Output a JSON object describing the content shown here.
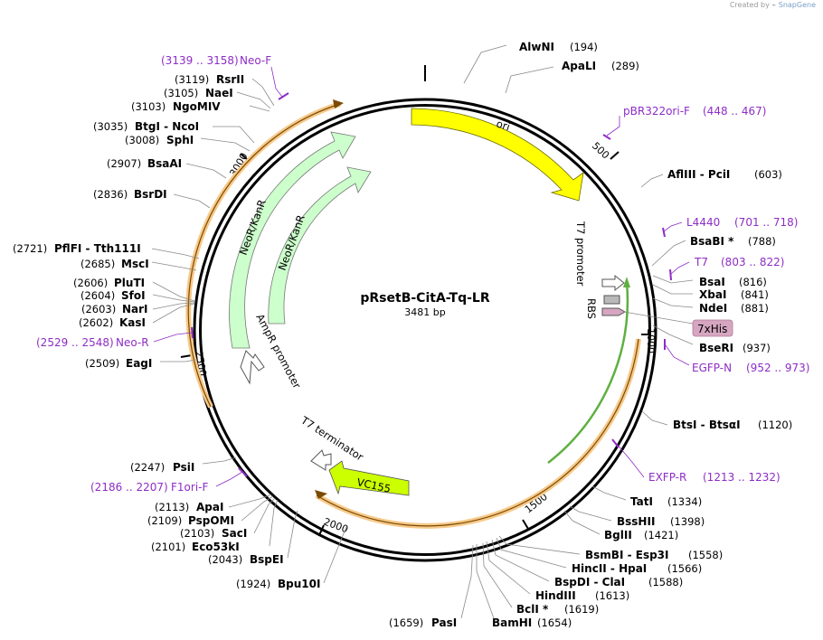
{
  "watermark": {
    "prefix": "Created by",
    "brand": "SnapGene"
  },
  "plasmid": {
    "name": "pRsetB-CitA-Tq-LR",
    "length_label": "3481 bp",
    "total_bp": 3481
  },
  "ticks": [
    "500",
    "1000",
    "1500",
    "2000",
    "2500",
    "3000"
  ],
  "enzymes": [
    {
      "name": "AlwNI",
      "pos": "(194)",
      "side": "right"
    },
    {
      "name": "ApaLI",
      "pos": "(289)",
      "side": "right"
    },
    {
      "name": "AflIII  - PciI",
      "pos": "(603)",
      "side": "right"
    },
    {
      "name": "BsaBI *",
      "pos": "(788)",
      "side": "right"
    },
    {
      "name": "BsaI",
      "pos": "(816)",
      "side": "right"
    },
    {
      "name": "XbaI",
      "pos": "(841)",
      "side": "right"
    },
    {
      "name": "NdeI",
      "pos": "(881)",
      "side": "right"
    },
    {
      "name": "BseRI",
      "pos": "(937)",
      "side": "right"
    },
    {
      "name": "BtsI  - BtsαI",
      "pos": "(1120)",
      "side": "right"
    },
    {
      "name": "TatI",
      "pos": "(1334)",
      "side": "right"
    },
    {
      "name": "BssHII",
      "pos": "(1398)",
      "side": "right"
    },
    {
      "name": "BglII",
      "pos": "(1421)",
      "side": "right"
    },
    {
      "name": "BsmBI  - Esp3I",
      "pos": "(1558)",
      "side": "right"
    },
    {
      "name": "HincII  - HpaI",
      "pos": "(1566)",
      "side": "right"
    },
    {
      "name": "BspDI  - ClaI",
      "pos": "(1588)",
      "side": "right"
    },
    {
      "name": "HindIII",
      "pos": "(1613)",
      "side": "right"
    },
    {
      "name": "BclI *",
      "pos": "(1619)",
      "side": "right"
    },
    {
      "name": "BamHI",
      "pos": "(1654)",
      "side": "right"
    },
    {
      "name": "PasI",
      "pos": "(1659)",
      "side": "left"
    },
    {
      "name": "Bpu10I",
      "pos": "(1924)",
      "side": "left"
    },
    {
      "name": "BspEI",
      "pos": "(2043)",
      "side": "left"
    },
    {
      "name": "Eco53kI",
      "pos": "(2101)",
      "side": "left"
    },
    {
      "name": "SacI",
      "pos": "(2103)",
      "side": "left"
    },
    {
      "name": "PspOMI",
      "pos": "(2109)",
      "side": "left"
    },
    {
      "name": "ApaI",
      "pos": "(2113)",
      "side": "left"
    },
    {
      "name": "PsiI",
      "pos": "(2247)",
      "side": "left"
    },
    {
      "name": "EagI",
      "pos": "(2509)",
      "side": "left"
    },
    {
      "name": "KasI",
      "pos": "(2602)",
      "side": "left"
    },
    {
      "name": "NarI",
      "pos": "(2603)",
      "side": "left"
    },
    {
      "name": "SfoI",
      "pos": "(2604)",
      "side": "left"
    },
    {
      "name": "PluTI",
      "pos": "(2606)",
      "side": "left"
    },
    {
      "name": "MscI",
      "pos": "(2685)",
      "side": "left"
    },
    {
      "name": "PflFI  - Tth111I",
      "pos": "(2721)",
      "side": "left"
    },
    {
      "name": "BsrDI",
      "pos": "(2836)",
      "side": "left"
    },
    {
      "name": "BsaAI",
      "pos": "(2907)",
      "side": "left"
    },
    {
      "name": "SphI",
      "pos": "(3008)",
      "side": "left"
    },
    {
      "name": "BtgI  - NcoI",
      "pos": "(3035)",
      "side": "left"
    },
    {
      "name": "NgoMIV",
      "pos": "(3103)",
      "side": "left"
    },
    {
      "name": "NaeI",
      "pos": "(3105)",
      "side": "left"
    },
    {
      "name": "RsrII",
      "pos": "(3119)",
      "side": "left"
    }
  ],
  "primers": [
    {
      "name": "Neo-F",
      "range": "(3139 .. 3158)",
      "side": "left"
    },
    {
      "name": "pBR322ori-F",
      "range": "(448 .. 467)",
      "side": "right"
    },
    {
      "name": "L4440",
      "range": "(701 .. 718)",
      "side": "right"
    },
    {
      "name": "T7",
      "range": "(803 .. 822)",
      "side": "right"
    },
    {
      "name": "EGFP-N",
      "range": "(952 .. 973)",
      "side": "right"
    },
    {
      "name": "EXFP-R",
      "range": "(1213 .. 1232)",
      "side": "right"
    },
    {
      "name": "F1ori-F",
      "range": "(2186 .. 2207)",
      "side": "left"
    },
    {
      "name": "Neo-R",
      "range": "(2529 .. 2548)",
      "side": "left"
    }
  ],
  "features": {
    "ori": "ori",
    "t7_promoter": "T7 promoter",
    "rbs": "RBS",
    "his_tag": "7xHis",
    "neor_outer": "NeoR/KanR",
    "neor_inner": "NeoR/KanR",
    "ampr_promoter": "AmpR promoter",
    "t7_terminator": "T7 terminator",
    "vc155": "VC155"
  },
  "colors": {
    "ori": "#ffff00",
    "neor": "#ccffcc",
    "vc155": "#ccff00",
    "orange_feature": "#f7b85a",
    "green_feature": "#5fb040",
    "primer": "#8e2dc5",
    "his_tag": "#d6a6c1",
    "rbs": "#b9b9b9"
  }
}
